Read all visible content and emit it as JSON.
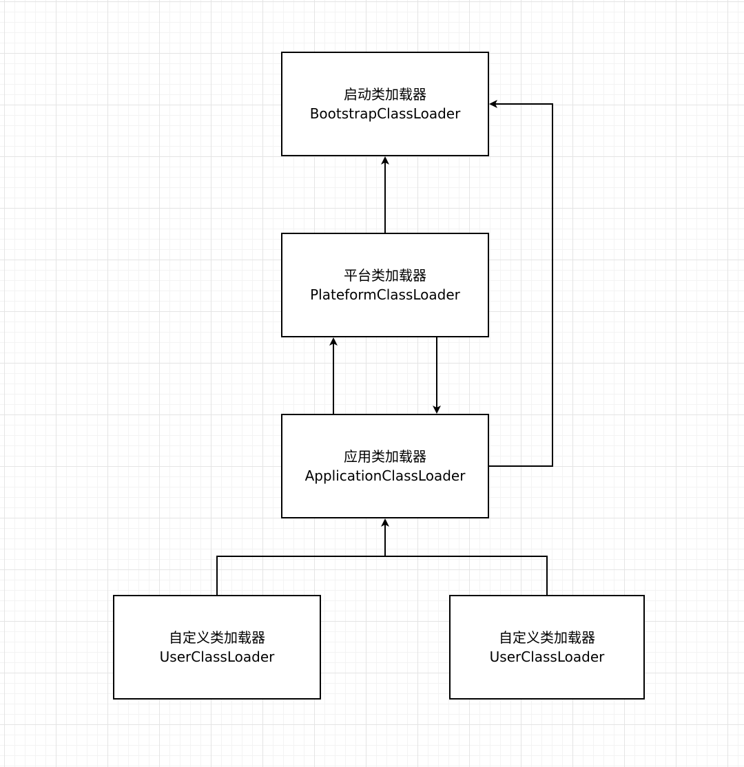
{
  "diagram": {
    "nodes": {
      "bootstrap": {
        "title_cn": "启动类加载器",
        "title_en": "BootstrapClassLoader"
      },
      "platform": {
        "title_cn": "平台类加载器",
        "title_en": "PlateformClassLoader"
      },
      "application": {
        "title_cn": "应用类加载器",
        "title_en": "ApplicationClassLoader"
      },
      "user_left": {
        "title_cn": "自定义类加载器",
        "title_en": "UserClassLoader"
      },
      "user_right": {
        "title_cn": "自定义类加载器",
        "title_en": "UserClassLoader"
      }
    },
    "edges": [
      {
        "from": "platform",
        "to": "bootstrap"
      },
      {
        "from": "application",
        "to": "platform"
      },
      {
        "from": "platform",
        "to": "application"
      },
      {
        "from": "application",
        "to": "bootstrap"
      },
      {
        "from": "user_left",
        "to": "application"
      },
      {
        "from": "user_right",
        "to": "application"
      }
    ],
    "colors": {
      "stroke": "#000000",
      "box_fill": "#ffffff",
      "grid_major": "#e4e4e4",
      "grid_minor": "#f3f3f3"
    }
  }
}
